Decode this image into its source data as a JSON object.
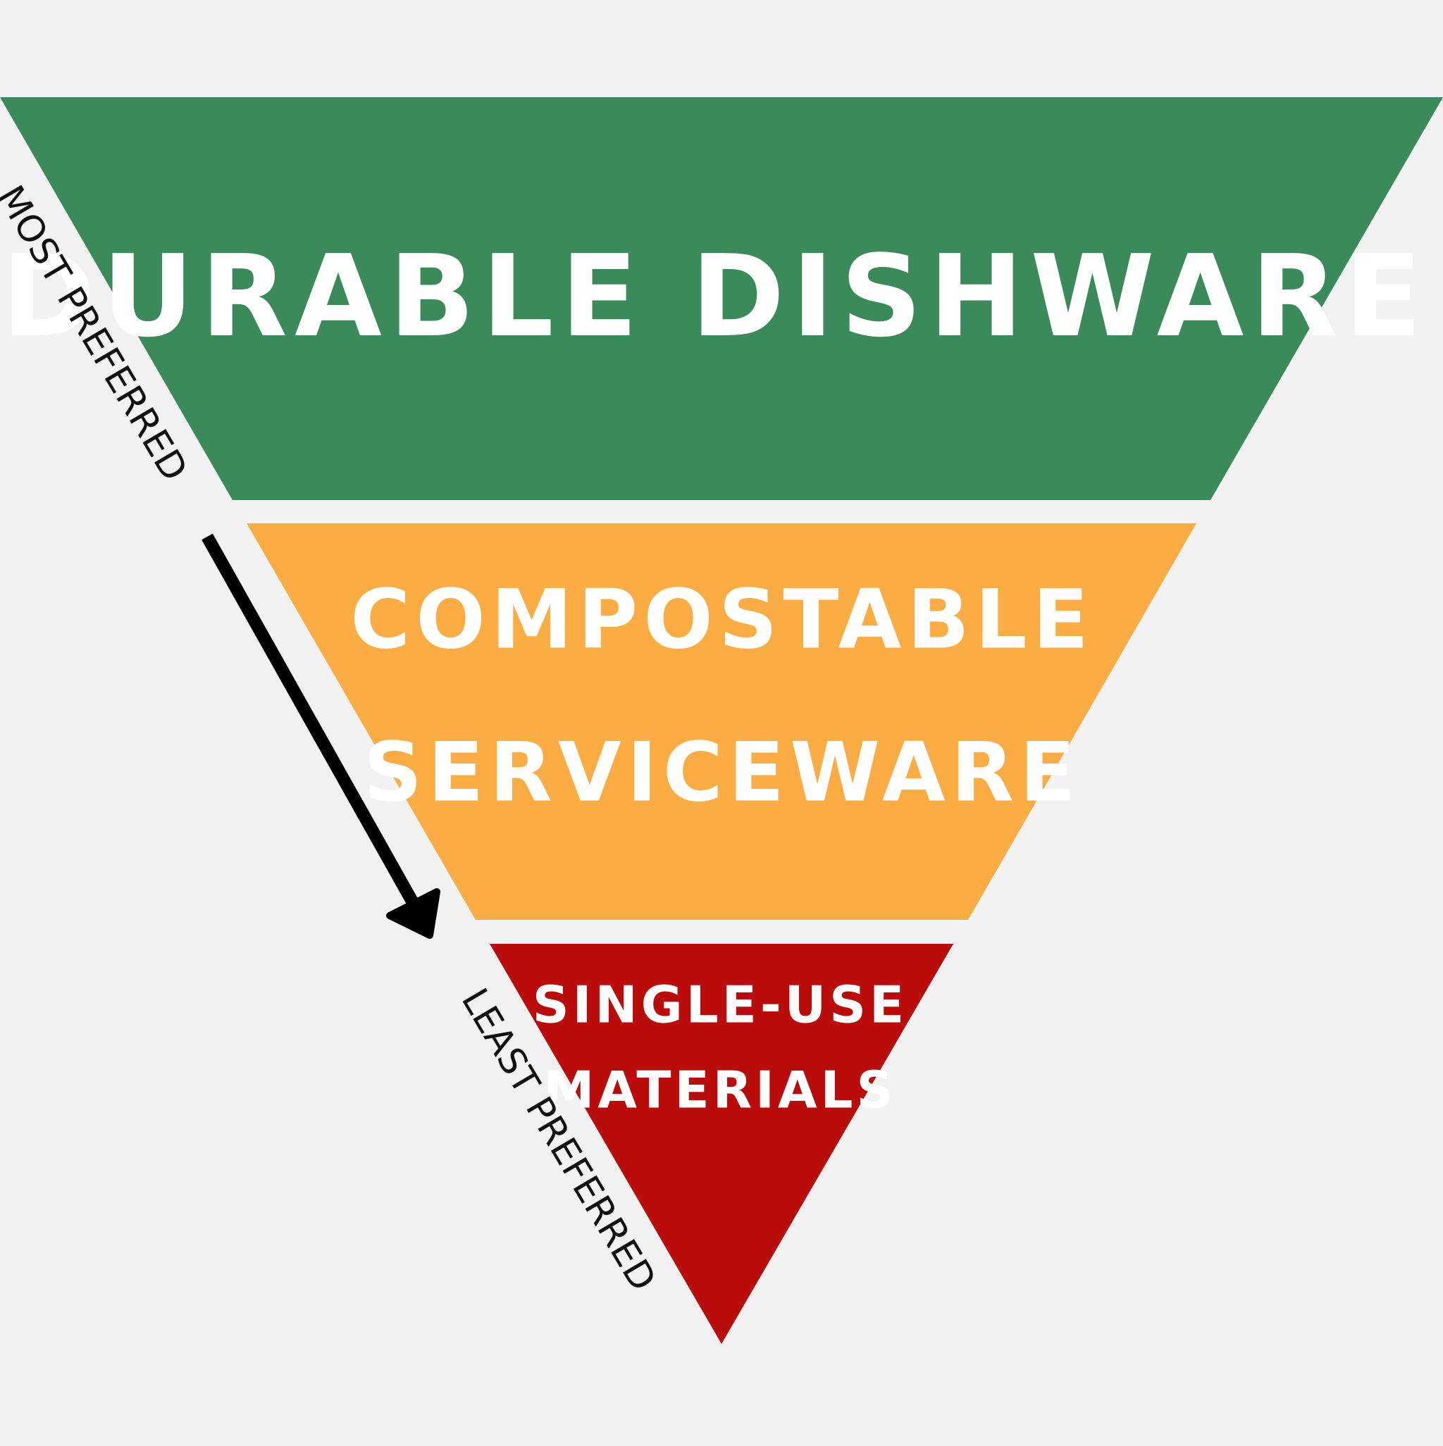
{
  "tiers": [
    {
      "label": "DURABLE DISHWARE",
      "color": "#3b8a5a"
    },
    {
      "label_line1": "COMPOSTABLE",
      "label_line2": "SERVICEWARE",
      "color": "#fbad43"
    },
    {
      "label_line1": "SINGLE-USE",
      "label_line2": "MATERIALS",
      "color": "#bb0c0c"
    }
  ],
  "arrow": {
    "start_label": "MOST PREFERRED",
    "end_label": "LEAST PREFERRED",
    "color": "#000000"
  },
  "background": "#f2f2f2"
}
